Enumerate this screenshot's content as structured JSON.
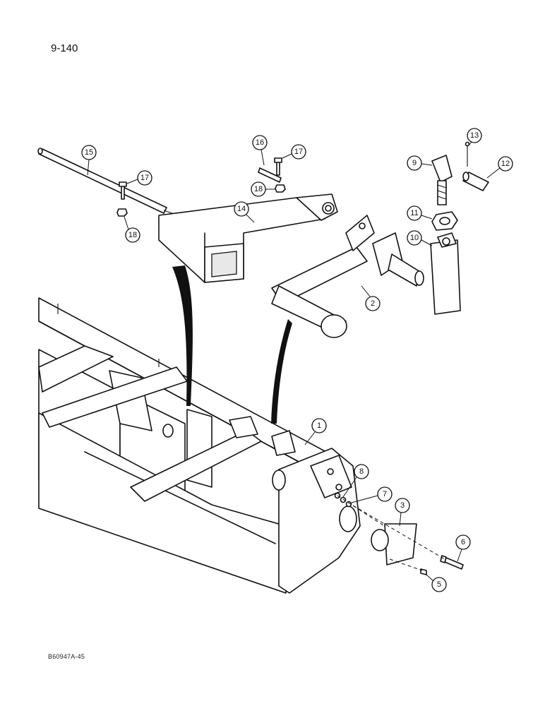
{
  "page": {
    "number": "9-140",
    "figure_code": "B60947A-45"
  },
  "callouts": [
    {
      "id": "c1",
      "label": "1"
    },
    {
      "id": "c2",
      "label": "2"
    },
    {
      "id": "c3",
      "label": "3"
    },
    {
      "id": "c5",
      "label": "5"
    },
    {
      "id": "c6",
      "label": "6"
    },
    {
      "id": "c7",
      "label": "7"
    },
    {
      "id": "c8",
      "label": "8"
    },
    {
      "id": "c9",
      "label": "9"
    },
    {
      "id": "c10",
      "label": "10"
    },
    {
      "id": "c11",
      "label": "11"
    },
    {
      "id": "c12",
      "label": "12"
    },
    {
      "id": "c13",
      "label": "13"
    },
    {
      "id": "c14",
      "label": "14"
    },
    {
      "id": "c15",
      "label": "15"
    },
    {
      "id": "c16",
      "label": "16"
    },
    {
      "id": "c17a",
      "label": "17"
    },
    {
      "id": "c17b",
      "label": "17"
    },
    {
      "id": "c18a",
      "label": "18"
    },
    {
      "id": "c18b",
      "label": "18"
    }
  ]
}
